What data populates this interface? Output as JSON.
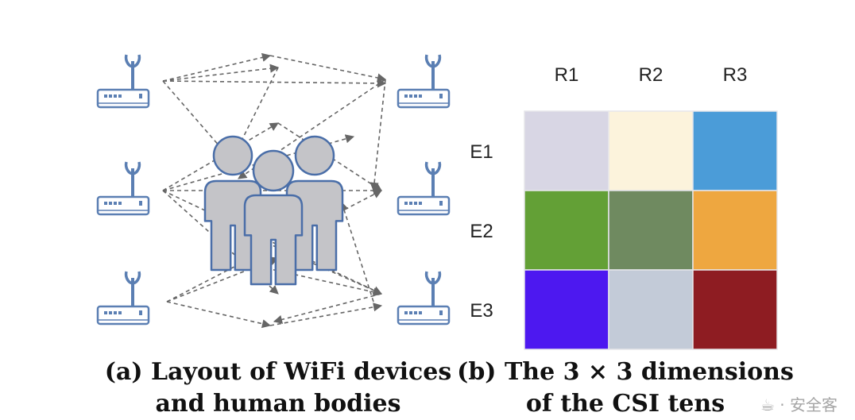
{
  "figure_a": {
    "caption_line1": "(a) Layout of WiFi devices",
    "caption_line2": "and human bodies",
    "router_count": 6,
    "person_count": 3,
    "colors": {
      "router_stroke": "#5b7fb3",
      "router_fill": "#ffffff",
      "person_fill": "#c4c4c8",
      "person_stroke": "#4a6ea8",
      "arrow": "#666666"
    }
  },
  "figure_b": {
    "caption_line1": "(b) The 3 × 3 dimensions",
    "caption_line2": "of the CSI tens",
    "col_labels": [
      "R1",
      "R2",
      "R3"
    ],
    "row_labels": [
      "E1",
      "E2",
      "E3"
    ],
    "cell_colors": [
      [
        "#d8d6e4",
        "#fcf3dc",
        "#4b9cd8"
      ],
      [
        "#63a036",
        "#6f8a60",
        "#eea740"
      ],
      [
        "#4d18f0",
        "#c3cbd8",
        "#8e1c22"
      ]
    ]
  },
  "watermark": "☕ · 安全客"
}
